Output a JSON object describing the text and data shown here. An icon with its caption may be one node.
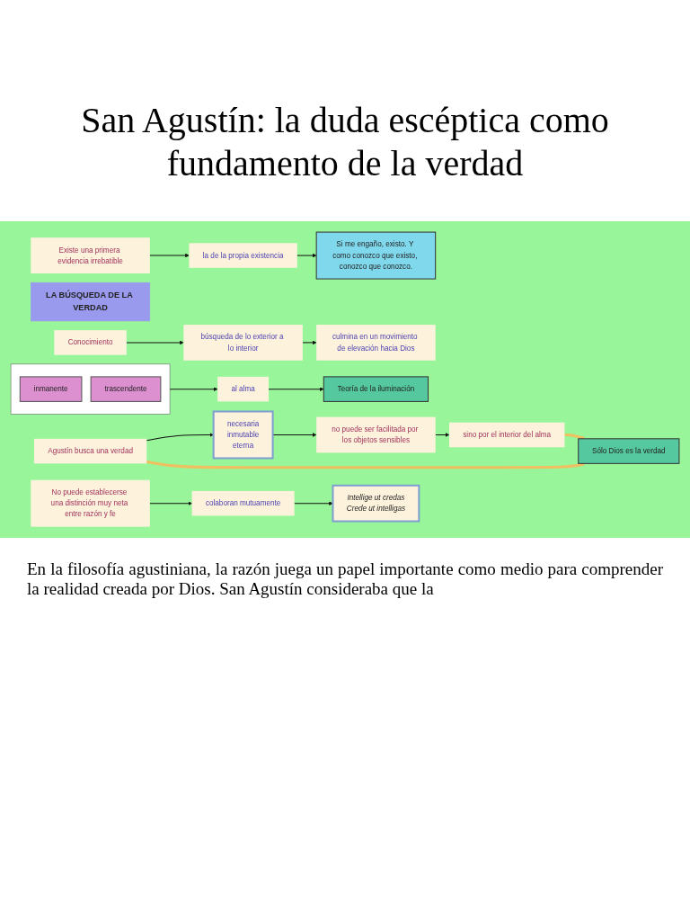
{
  "diagram": {
    "title": "San Agustín: la duda escéptica como fundamento de la verdad",
    "caption": "En la filosofía agustiniana, la razón juega un papel importante como medio para comprender la realidad creada por Dios. San Agustín consideraba que la",
    "nodes": [
      {
        "text": [
          "LA BÚSQUEDA DE LA VERDAD"
        ]
      },
      {
        "text": [
          "Existe una primera evidencia irrebatible"
        ]
      },
      {
        "text": [
          "la de la propia existencia"
        ]
      },
      {
        "text": [
          "Si me engaño, existo. Y como conozco que existo, conozco que conozco."
        ]
      },
      {
        "text": [
          "Agustín busca una verdad"
        ]
      },
      {
        "text": [
          "necesaria",
          "inmutable",
          "eterna"
        ]
      },
      {
        "text": [
          "no puede ser facilitada por los objetos sensibles"
        ]
      },
      {
        "text": [
          "sino por el interior del alma"
        ]
      },
      {
        "text": [
          "Sólo Dios es la verdad"
        ]
      },
      {
        "text": [
          "Conocimiento"
        ]
      },
      {
        "text": [
          "búsqueda de lo exterior a lo interior"
        ]
      },
      {
        "text": [
          "culmina en un movimiento de elevación hacia Dios"
        ]
      },
      {
        "text": [],
        "shape": "box"
      },
      {
        "text": [
          "inmanente"
        ],
        "in": 12
      },
      {
        "text": [
          "trascendente"
        ],
        "in": 12
      },
      {
        "text": [
          "al alma"
        ]
      },
      {
        "text": [
          "Teoría de la iluminación"
        ]
      },
      {
        "text": [
          "No puede establecerse una distinción muy neta entre razón y fe"
        ]
      },
      {
        "text": [
          "colaboran mutuamente"
        ]
      },
      {
        "text": [
          "Intellige ut credas",
          "Crede ut intelligas"
        ]
      }
    ],
    "edges": [
      {
        "from": 1,
        "to": 2,
        "arrow": "to"
      },
      {
        "from": 2,
        "to": 3,
        "arrow": "to"
      },
      {
        "from": 4,
        "to": 5,
        "arrow": "to"
      },
      {
        "from": 5,
        "to": 6,
        "arrow": "to"
      },
      {
        "from": 6,
        "to": 7,
        "arrow": "to"
      },
      {
        "from": 7,
        "to": 8,
        "arrow": "to",
        "style": "thick",
        "color": "#f0c060"
      },
      {
        "from": 4,
        "to": 8,
        "arrow": "to",
        "style": "thick",
        "color": "#f0c060"
      },
      {
        "from": 9,
        "to": 10,
        "arrow": "to"
      },
      {
        "from": 10,
        "to": 11,
        "arrow": "to"
      },
      {
        "from": 12,
        "to": 15,
        "arrow": "to"
      },
      {
        "from": 15,
        "to": 16,
        "arrow": "to"
      },
      {
        "from": 17,
        "to": 18,
        "arrow": "to"
      },
      {
        "from": 18,
        "to": 19,
        "arrow": "to"
      }
    ]
  }
}
